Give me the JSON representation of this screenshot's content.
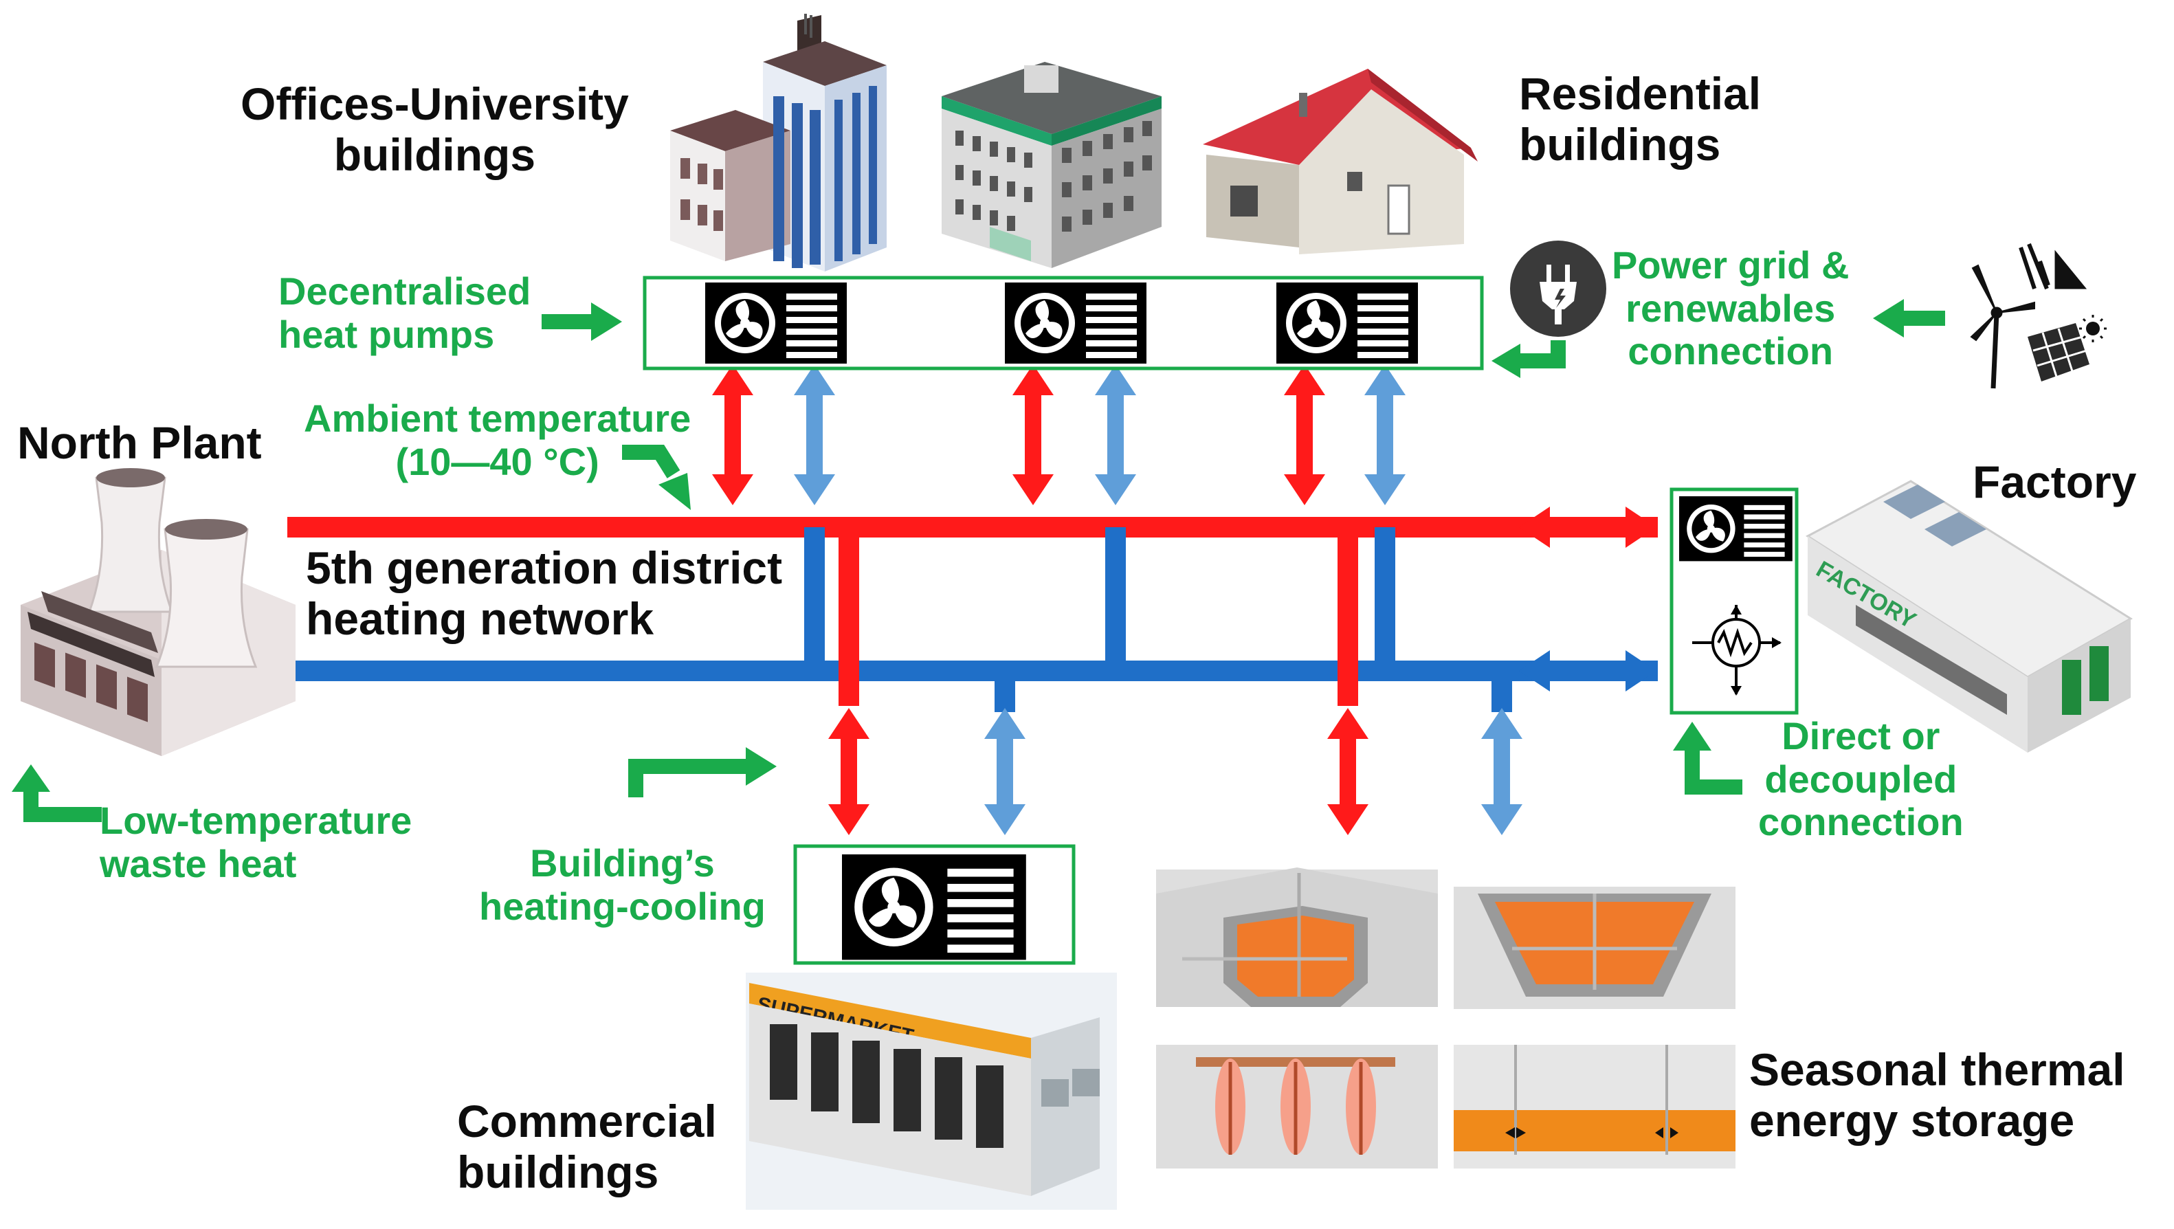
{
  "labels": {
    "offices": [
      "Offices-University",
      "buildings"
    ],
    "residential": [
      "Residential",
      "buildings"
    ],
    "north_plant": "North Plant",
    "factory": "Factory",
    "network": [
      "5th generation district",
      "heating network"
    ],
    "commercial": [
      "Commercial",
      "buildings"
    ],
    "storage": [
      "Seasonal thermal",
      "energy storage"
    ]
  },
  "annotations": {
    "decentralised": [
      "Decentralised",
      "heat pumps"
    ],
    "ambient": [
      "Ambient temperature",
      "(10—40 °C)"
    ],
    "power": [
      "Power grid &",
      "renewables",
      "connection"
    ],
    "waste_heat": [
      "Low-temperature",
      "waste heat"
    ],
    "building_hc": [
      "Building’s",
      "heating-cooling"
    ],
    "direct": [
      "Direct or",
      "decoupled",
      "connection"
    ]
  },
  "building_signs": {
    "factory": "FACTORY",
    "supermarket": "SUPERMARKET"
  },
  "colors": {
    "hot_pipe": "#ff1a1a",
    "cold_pipe": "#1f6fc8",
    "cold_arrow": "#5f9ed9",
    "annotation": "#1aab4b",
    "heat_pump_box": "#000000"
  },
  "icons": [
    "heat-pump-icon",
    "plug-icon",
    "wind-turbine-icon",
    "solar-panel-icon",
    "heat-exchanger-icon"
  ]
}
